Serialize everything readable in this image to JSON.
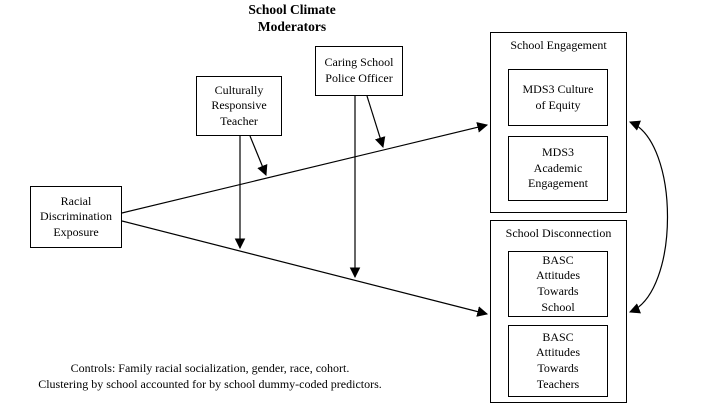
{
  "title": {
    "line1": "School Climate",
    "line2": "Moderators"
  },
  "predictor": {
    "label": "Racial\nDiscrimination\nExposure"
  },
  "moderators": {
    "teacher": {
      "label": "Culturally\nResponsive\nTeacher"
    },
    "officer": {
      "label": "Caring School\nPolice Officer"
    }
  },
  "outcomes": {
    "engagement": {
      "title": "School Engagement",
      "items": [
        "MDS3 Culture\nof Equity",
        "MDS3\nAcademic\nEngagement"
      ]
    },
    "disconnection": {
      "title": "School Disconnection",
      "items": [
        "BASC\nAttitudes\nTowards\nSchool",
        "BASC\nAttitudes\nTowards\nTeachers"
      ]
    }
  },
  "notes": {
    "line1": "Controls: Family racial socialization, gender, race, cohort.",
    "line2": "Clustering by school accounted for by school dummy-coded predictors."
  },
  "colors": {
    "line": "#000000",
    "background": "#ffffff"
  }
}
